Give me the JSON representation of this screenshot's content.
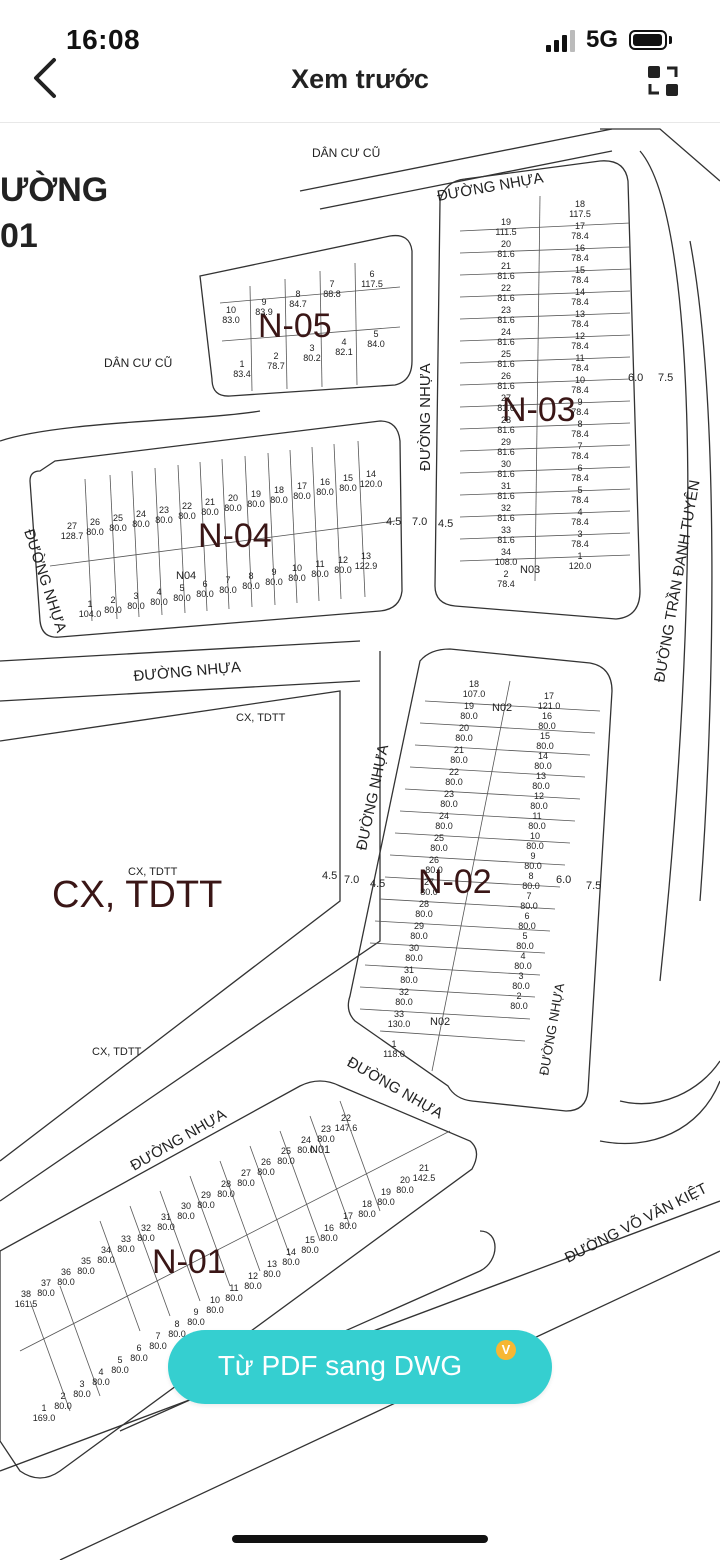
{
  "status_bar": {
    "time": "16:08",
    "network": "5G"
  },
  "header": {
    "title": "Xem trước",
    "back_icon": "chevron-left-icon",
    "right_icon": "convert-icon"
  },
  "map": {
    "edge_text_1": "ƯỜNG",
    "edge_text_2": "01",
    "dan_cu_cu_top": "DÂN CƯ CŨ",
    "dan_cu_cu_left": "DÂN CƯ CŨ",
    "duong_nhua": "ĐƯỜNG NHỰA",
    "duong_tran_danh_tuyen": "ĐƯỜNG TRẦN ĐANH TUYÊN",
    "duong_vo_van_kiet": "ĐƯỜNG VÕ VĂN KIỆT",
    "cx_tdtt_big": "CX, TDTT",
    "cx_tdtt_small": "CX, TDTT",
    "block_n01": "N-01",
    "block_n02": "N-02",
    "block_n03": "N-03",
    "block_n04": "N-04",
    "block_n05": "N-05",
    "code_n02": "N02",
    "code_n03": "N03",
    "code_n04": "N04",
    "code_n01": "N01",
    "road_45": "4.5",
    "road_70": "7.0",
    "road_60": "6.0",
    "road_75": "7.5",
    "n05_lots": [
      {
        "no": "6",
        "area": "117.5"
      },
      {
        "no": "7",
        "area": "88.8"
      },
      {
        "no": "8",
        "area": "84.7"
      },
      {
        "no": "9",
        "area": "83.9"
      },
      {
        "no": "10",
        "area": "83.0"
      },
      {
        "no": "5",
        "area": "84.0"
      },
      {
        "no": "4",
        "area": "82.1"
      },
      {
        "no": "3",
        "area": "80.2"
      },
      {
        "no": "2",
        "area": "78.7"
      },
      {
        "no": "1",
        "area": "83.4"
      }
    ],
    "n03_lots": [
      {
        "no": "19",
        "area": "111.5"
      },
      {
        "no": "18",
        "area": "117.5"
      },
      {
        "no": "20",
        "area": "81.6"
      },
      {
        "no": "17",
        "area": "78.4"
      },
      {
        "no": "21",
        "area": "81.6"
      },
      {
        "no": "16",
        "area": "78.4"
      },
      {
        "no": "22",
        "area": "81.6"
      },
      {
        "no": "15",
        "area": "78.4"
      },
      {
        "no": "23",
        "area": "81.6"
      },
      {
        "no": "14",
        "area": "78.4"
      },
      {
        "no": "24",
        "area": "81.6"
      },
      {
        "no": "13",
        "area": "78.4"
      },
      {
        "no": "25",
        "area": "81.6"
      },
      {
        "no": "12",
        "area": "78.4"
      },
      {
        "no": "26",
        "area": "81.6"
      },
      {
        "no": "11",
        "area": "78.4"
      },
      {
        "no": "27",
        "area": "81.6"
      },
      {
        "no": "10",
        "area": "78.4"
      },
      {
        "no": "28",
        "area": "81.6"
      },
      {
        "no": "9",
        "area": "78.4"
      },
      {
        "no": "29",
        "area": "81.6"
      },
      {
        "no": "8",
        "area": "78.4"
      },
      {
        "no": "30",
        "area": "81.6"
      },
      {
        "no": "7",
        "area": "78.4"
      },
      {
        "no": "31",
        "area": "81.6"
      },
      {
        "no": "6",
        "area": "78.4"
      },
      {
        "no": "32",
        "area": "81.6"
      },
      {
        "no": "5",
        "area": "78.4"
      },
      {
        "no": "33",
        "area": "81.6"
      },
      {
        "no": "4",
        "area": "78.4"
      },
      {
        "no": "34",
        "area": "108.0"
      },
      {
        "no": "3",
        "area": "78.4"
      },
      {
        "no": "2",
        "area": "78.4"
      },
      {
        "no": "1",
        "area": "120.0"
      }
    ],
    "n04_lots_top": [
      {
        "no": "27",
        "area": "128.7"
      },
      {
        "no": "26",
        "area": "80.0"
      },
      {
        "no": "25",
        "area": "80.0"
      },
      {
        "no": "24",
        "area": "80.0"
      },
      {
        "no": "23",
        "area": "80.0"
      },
      {
        "no": "22",
        "area": "80.0"
      },
      {
        "no": "21",
        "area": "80.0"
      },
      {
        "no": "20",
        "area": "80.0"
      },
      {
        "no": "19",
        "area": "80.0"
      },
      {
        "no": "18",
        "area": "80.0"
      },
      {
        "no": "17",
        "area": "80.0"
      },
      {
        "no": "16",
        "area": "80.0"
      },
      {
        "no": "15",
        "area": "80.0"
      },
      {
        "no": "14",
        "area": "120.0"
      }
    ],
    "n04_lots_bottom": [
      {
        "no": "1",
        "area": "104.0"
      },
      {
        "no": "2",
        "area": "80.0"
      },
      {
        "no": "3",
        "area": "80.0"
      },
      {
        "no": "4",
        "area": "80.0"
      },
      {
        "no": "5",
        "area": "80.0"
      },
      {
        "no": "6",
        "area": "80.0"
      },
      {
        "no": "7",
        "area": "80.0"
      },
      {
        "no": "8",
        "area": "80.0"
      },
      {
        "no": "9",
        "area": "80.0"
      },
      {
        "no": "10",
        "area": "80.0"
      },
      {
        "no": "11",
        "area": "80.0"
      },
      {
        "no": "12",
        "area": "80.0"
      },
      {
        "no": "13",
        "area": "122.9"
      }
    ],
    "n02_lots": [
      {
        "no": "18",
        "area": "107.0"
      },
      {
        "no": "17",
        "area": "121.0"
      },
      {
        "no": "19",
        "area": "80.0"
      },
      {
        "no": "16",
        "area": "80.0"
      },
      {
        "no": "20",
        "area": "80.0"
      },
      {
        "no": "15",
        "area": "80.0"
      },
      {
        "no": "21",
        "area": "80.0"
      },
      {
        "no": "14",
        "area": "80.0"
      },
      {
        "no": "22",
        "area": "80.0"
      },
      {
        "no": "13",
        "area": "80.0"
      },
      {
        "no": "23",
        "area": "80.0"
      },
      {
        "no": "12",
        "area": "80.0"
      },
      {
        "no": "24",
        "area": "80.0"
      },
      {
        "no": "11",
        "area": "80.0"
      },
      {
        "no": "25",
        "area": "80.0"
      },
      {
        "no": "10",
        "area": "80.0"
      },
      {
        "no": "26",
        "area": "80.0"
      },
      {
        "no": "9",
        "area": "80.0"
      },
      {
        "no": "27",
        "area": "80.0"
      },
      {
        "no": "8",
        "area": "80.0"
      },
      {
        "no": "28",
        "area": "80.0"
      },
      {
        "no": "7",
        "area": "80.0"
      },
      {
        "no": "29",
        "area": "80.0"
      },
      {
        "no": "6",
        "area": "80.0"
      },
      {
        "no": "30",
        "area": "80.0"
      },
      {
        "no": "5",
        "area": "80.0"
      },
      {
        "no": "31",
        "area": "80.0"
      },
      {
        "no": "4",
        "area": "80.0"
      },
      {
        "no": "32",
        "area": "80.0"
      },
      {
        "no": "3",
        "area": "80.0"
      },
      {
        "no": "33",
        "area": "130.0"
      },
      {
        "no": "2",
        "area": "80.0"
      },
      {
        "no": "1",
        "area": "118.0"
      }
    ],
    "n01_lots": [
      {
        "no": "22",
        "area": "147.6"
      },
      {
        "no": "23",
        "area": "80.0"
      },
      {
        "no": "24",
        "area": "80.0"
      },
      {
        "no": "25",
        "area": "80.0"
      },
      {
        "no": "26",
        "area": "80.0"
      },
      {
        "no": "27",
        "area": "80.0"
      },
      {
        "no": "28",
        "area": "80.0"
      },
      {
        "no": "29",
        "area": "80.0"
      },
      {
        "no": "30",
        "area": "80.0"
      },
      {
        "no": "31",
        "area": "80.0"
      },
      {
        "no": "32",
        "area": "80.0"
      },
      {
        "no": "33",
        "area": "80.0"
      },
      {
        "no": "34",
        "area": "80.0"
      },
      {
        "no": "35",
        "area": "80.0"
      },
      {
        "no": "36",
        "area": "80.0"
      },
      {
        "no": "37",
        "area": "80.0"
      },
      {
        "no": "38",
        "area": "161.5"
      },
      {
        "no": "21",
        "area": "142.5"
      },
      {
        "no": "20",
        "area": "80.0"
      },
      {
        "no": "19",
        "area": "80.0"
      },
      {
        "no": "18",
        "area": "80.0"
      },
      {
        "no": "17",
        "area": "80.0"
      },
      {
        "no": "16",
        "area": "80.0"
      },
      {
        "no": "15",
        "area": "80.0"
      },
      {
        "no": "14",
        "area": "80.0"
      },
      {
        "no": "13",
        "area": "80.0"
      },
      {
        "no": "12",
        "area": "80.0"
      },
      {
        "no": "11",
        "area": "80.0"
      },
      {
        "no": "10",
        "area": "80.0"
      },
      {
        "no": "9",
        "area": "80.0"
      },
      {
        "no": "8",
        "area": "80.0"
      },
      {
        "no": "7",
        "area": "80.0"
      },
      {
        "no": "6",
        "area": "80.0"
      },
      {
        "no": "5",
        "area": "80.0"
      },
      {
        "no": "4",
        "area": "80.0"
      },
      {
        "no": "3",
        "area": "80.0"
      },
      {
        "no": "2",
        "area": "80.0"
      },
      {
        "no": "1",
        "area": "169.0"
      }
    ]
  },
  "cta": {
    "label": "Từ PDF sang DWG",
    "badge": "V"
  }
}
